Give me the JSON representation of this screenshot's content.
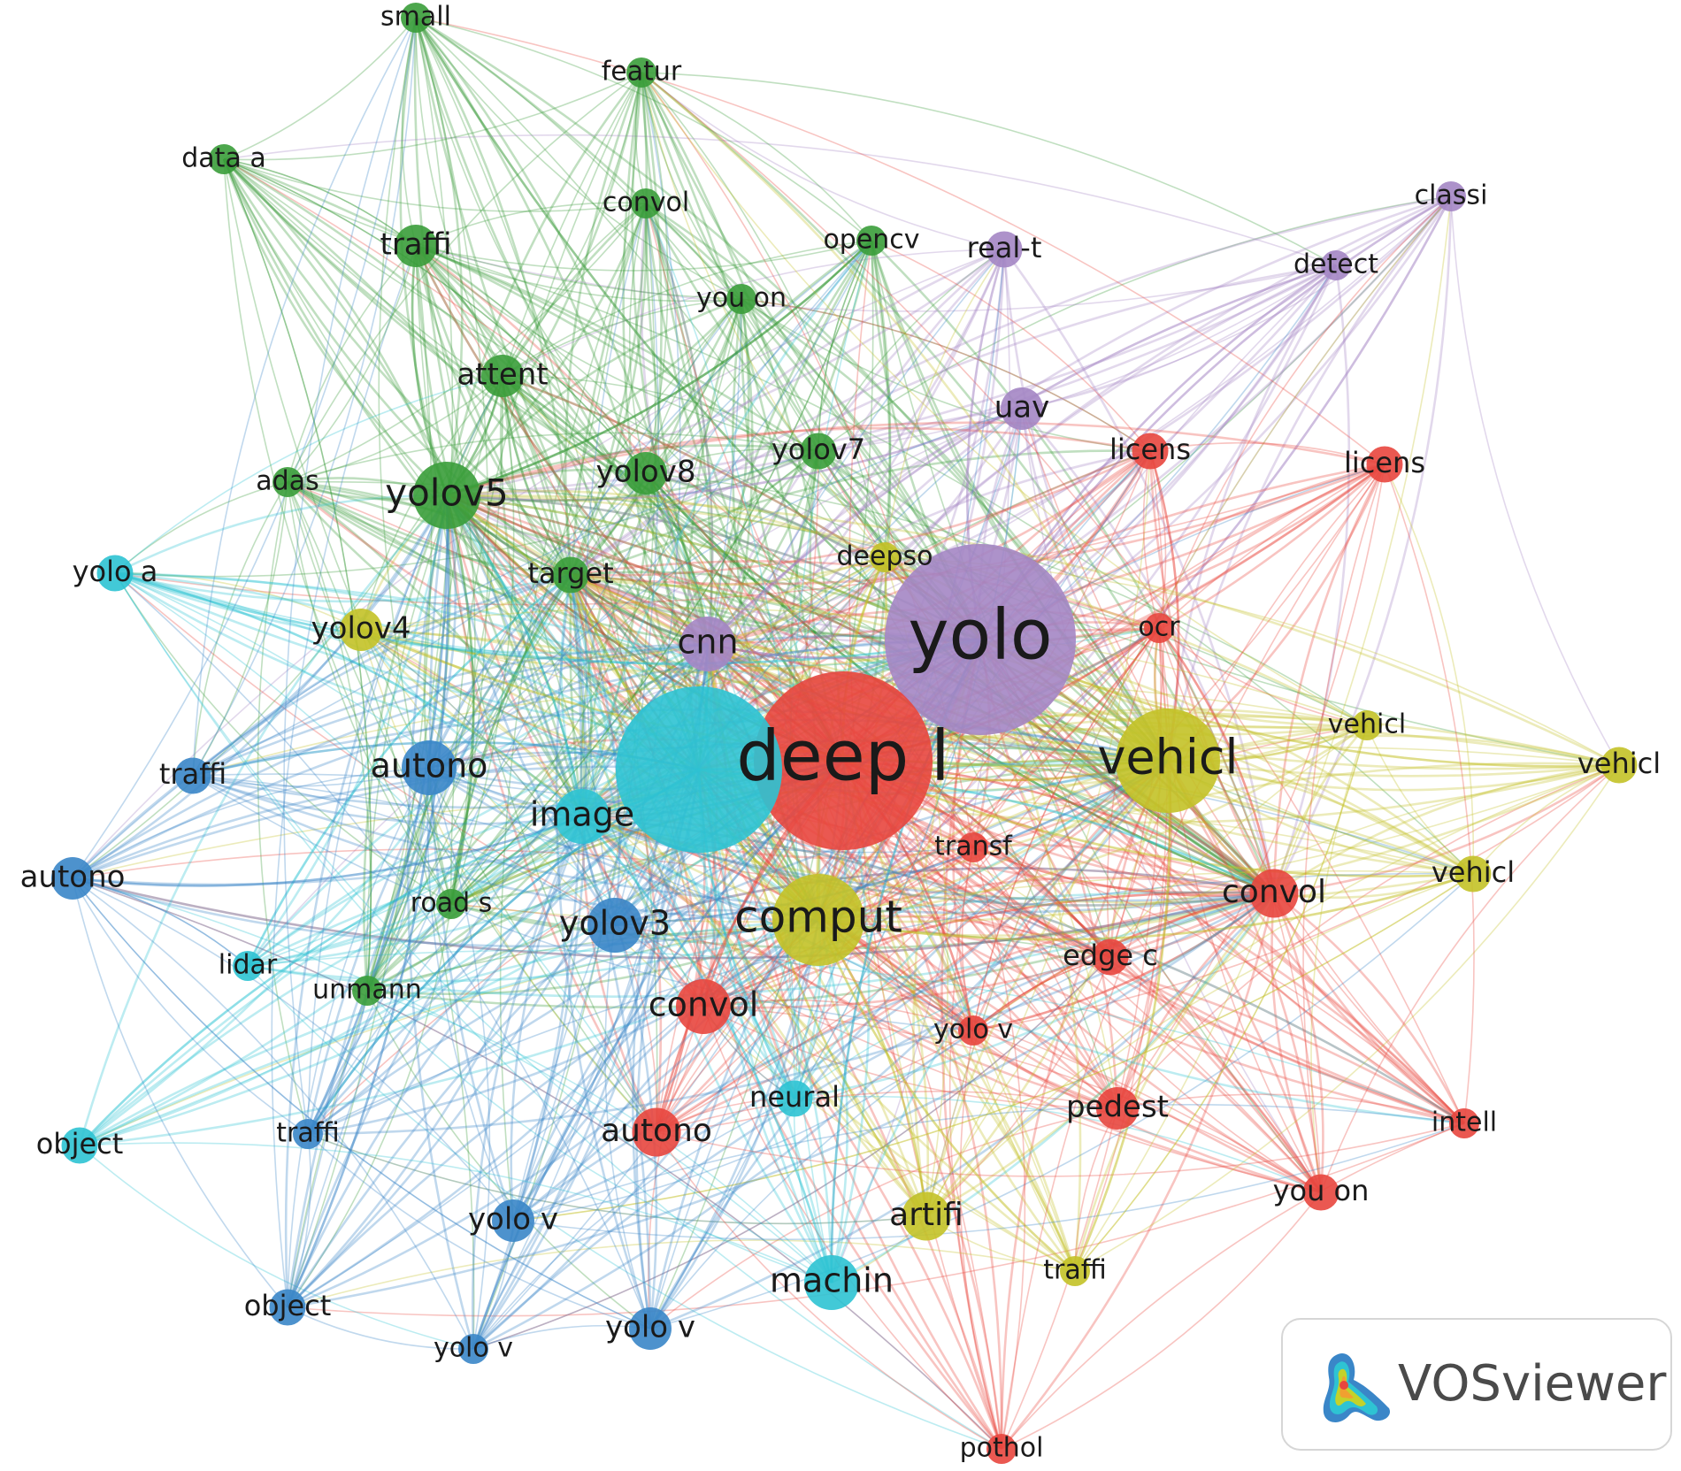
{
  "colors": {
    "red": "#e8463e",
    "green": "#3a9d3a",
    "blue": "#3a86c8",
    "yellow": "#c3c227",
    "purple": "#a486c4",
    "cyan": "#2ec3d3"
  },
  "watermark": {
    "brand": "VOSviewer"
  },
  "nodes": [
    {
      "label": "small",
      "cluster": "green",
      "size": 1
    },
    {
      "label": "featur",
      "cluster": "green",
      "size": 1
    },
    {
      "label": "data a",
      "cluster": "green",
      "size": 1
    },
    {
      "label": "convol",
      "cluster": "green",
      "size": 1
    },
    {
      "label": "traffi",
      "cluster": "green",
      "size": 2
    },
    {
      "label": "opencv",
      "cluster": "green",
      "size": 1
    },
    {
      "label": "you on",
      "cluster": "green",
      "size": 1
    },
    {
      "label": "attent",
      "cluster": "green",
      "size": 2
    },
    {
      "label": "yolov5",
      "cluster": "green",
      "size": 4
    },
    {
      "label": "yolov8",
      "cluster": "green",
      "size": 2
    },
    {
      "label": "yolov7",
      "cluster": "green",
      "size": 1.5
    },
    {
      "label": "adas",
      "cluster": "green",
      "size": 1
    },
    {
      "label": "target",
      "cluster": "green",
      "size": 1.5
    },
    {
      "label": "road s",
      "cluster": "green",
      "size": 1
    },
    {
      "label": "unmann",
      "cluster": "green",
      "size": 1
    },
    {
      "label": "real-t",
      "cluster": "purple",
      "size": 1.5
    },
    {
      "label": "classi",
      "cluster": "purple",
      "size": 1
    },
    {
      "label": "detect",
      "cluster": "purple",
      "size": 1
    },
    {
      "label": "uav",
      "cluster": "purple",
      "size": 2
    },
    {
      "label": "cnn",
      "cluster": "purple",
      "size": 3
    },
    {
      "label": "yolo",
      "cluster": "purple",
      "size": 14
    },
    {
      "label": "licens",
      "cluster": "red",
      "size": 1.5
    },
    {
      "label": "licens",
      "cluster": "red",
      "size": 1.5
    },
    {
      "label": "ocr",
      "cluster": "red",
      "size": 1
    },
    {
      "label": "deep l",
      "cluster": "red",
      "size": 13
    },
    {
      "label": "transf",
      "cluster": "red",
      "size": 1
    },
    {
      "label": "convol",
      "cluster": "red",
      "size": 2.5
    },
    {
      "label": "edge c",
      "cluster": "red",
      "size": 1.5
    },
    {
      "label": "convol",
      "cluster": "red",
      "size": 3
    },
    {
      "label": "yolo v",
      "cluster": "red",
      "size": 1
    },
    {
      "label": "pedest",
      "cluster": "red",
      "size": 2
    },
    {
      "label": "intell",
      "cluster": "red",
      "size": 1
    },
    {
      "label": "you on",
      "cluster": "red",
      "size": 1.5
    },
    {
      "label": "autono",
      "cluster": "red",
      "size": 2.5
    },
    {
      "label": "pothol",
      "cluster": "red",
      "size": 1
    },
    {
      "label": "deepso",
      "cluster": "yellow",
      "size": 1
    },
    {
      "label": "yolov4",
      "cluster": "yellow",
      "size": 2
    },
    {
      "label": "vehicl",
      "cluster": "yellow",
      "size": 7
    },
    {
      "label": "vehicl",
      "cluster": "yellow",
      "size": 1
    },
    {
      "label": "vehicl",
      "cluster": "yellow",
      "size": 1.5
    },
    {
      "label": "vehicl",
      "cluster": "yellow",
      "size": 1.5
    },
    {
      "label": "comput",
      "cluster": "yellow",
      "size": 6
    },
    {
      "label": "artifi",
      "cluster": "yellow",
      "size": 2.5
    },
    {
      "label": "traffi",
      "cluster": "yellow",
      "size": 1
    },
    {
      "label": "yolo a",
      "cluster": "cyan",
      "size": 1.5
    },
    {
      "label": "image",
      "cluster": "cyan",
      "size": 3
    },
    {
      "label": "",
      "cluster": "cyan",
      "size": 12
    },
    {
      "label": "machin",
      "cluster": "cyan",
      "size": 3
    },
    {
      "label": "object",
      "cluster": "cyan",
      "size": 1.5
    },
    {
      "label": "neural",
      "cluster": "cyan",
      "size": 1.5
    },
    {
      "label": "lidar",
      "cluster": "cyan",
      "size": 1
    },
    {
      "label": "traffi",
      "cluster": "blue",
      "size": 1.5
    },
    {
      "label": "autono",
      "cluster": "blue",
      "size": 3
    },
    {
      "label": "autono",
      "cluster": "blue",
      "size": 2
    },
    {
      "label": "yolov3",
      "cluster": "blue",
      "size": 3
    },
    {
      "label": "traffi",
      "cluster": "blue",
      "size": 1
    },
    {
      "label": "yolo v",
      "cluster": "blue",
      "size": 2
    },
    {
      "label": "object",
      "cluster": "blue",
      "size": 1.5
    },
    {
      "label": "yolo v",
      "cluster": "blue",
      "size": 1
    },
    {
      "label": "yolo v",
      "cluster": "blue",
      "size": 2
    }
  ]
}
